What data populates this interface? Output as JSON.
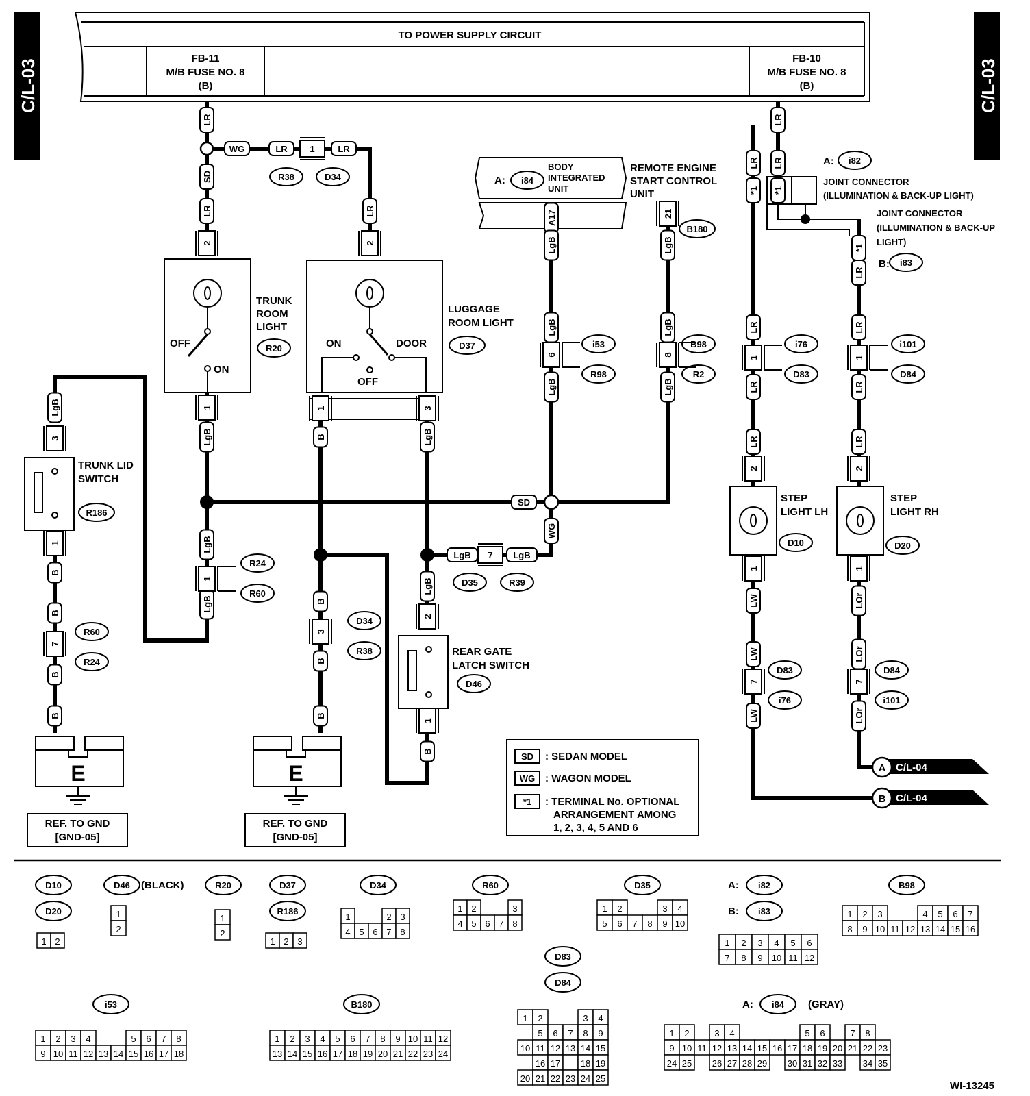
{
  "page_tabs": {
    "left": "C/L-03",
    "right": "C/L-03"
  },
  "power_supply": {
    "title": "TO POWER SUPPLY CIRCUIT"
  },
  "fuses": {
    "left": {
      "line1": "FB-11",
      "line2": "M/B FUSE NO. 8",
      "line3": "(B)"
    },
    "right": {
      "line1": "FB-10",
      "line2": "M/B FUSE NO. 8",
      "line3": "(B)"
    }
  },
  "components": {
    "trunk_room_light": {
      "line1": "TRUNK",
      "line2": "ROOM",
      "line3": "LIGHT",
      "connector": "R20",
      "off": "OFF",
      "on": "ON"
    },
    "luggage_room_light": {
      "line1": "LUGGAGE",
      "line2": "ROOM LIGHT",
      "connector": "D37",
      "on": "ON",
      "door": "DOOR",
      "off": "OFF"
    },
    "body_integrated_unit": {
      "prefix": "A:",
      "connector": "i84",
      "line1": "BODY",
      "line2": "INTEGRATED",
      "line3": "UNIT"
    },
    "remote_engine_start": {
      "line1": "REMOTE ENGINE",
      "line2": "START CONTROL",
      "line3": "UNIT",
      "connector": "B180"
    },
    "joint_connector_a": {
      "prefix": "A:",
      "connector": "i82",
      "line1": "JOINT CONNECTOR",
      "line2": "(ILLUMINATION & BACK-UP LIGHT)"
    },
    "joint_connector_b": {
      "prefix": "B:",
      "connector": "i83",
      "line1": "JOINT CONNECTOR",
      "line2": "(ILLUMINATION & BACK-UP",
      "line3": "LIGHT)"
    },
    "trunk_lid_switch": {
      "line1": "TRUNK LID",
      "line2": "SWITCH",
      "connector": "R186"
    },
    "rear_gate_latch_switch": {
      "line1": "REAR GATE",
      "line2": "LATCH SWITCH",
      "connector": "D46"
    },
    "step_light_lh": {
      "line1": "STEP",
      "line2": "LIGHT LH",
      "connector": "D10"
    },
    "step_light_rh": {
      "line1": "STEP",
      "line2": "LIGHT RH",
      "connector": "D20"
    },
    "ground": {
      "letter": "E",
      "ref1": "REF. TO GND",
      "ref2": "[GND-05]"
    }
  },
  "wire_codes": {
    "LR": "LR",
    "SD": "SD",
    "WG": "WG",
    "LgB": "LgB",
    "B": "B",
    "LW": "LW",
    "LOr": "LOr",
    "A17": "A17"
  },
  "pin_numbers": [
    "1",
    "2",
    "3",
    "6",
    "7",
    "8",
    "21"
  ],
  "connectors_inline": [
    "R38",
    "D34",
    "i53",
    "R98",
    "B98",
    "R2",
    "i76",
    "D83",
    "i101",
    "D84",
    "R24",
    "R60",
    "D35",
    "R39"
  ],
  "offpage": {
    "a_letter": "A",
    "a_ref": "C/L-04",
    "b_letter": "B",
    "b_ref": "C/L-04"
  },
  "legend": {
    "sd_code": "SD",
    "sd_text": ": SEDAN MODEL",
    "wg_code": "WG",
    "wg_text": ": WAGON MODEL",
    "opt_code": "*1",
    "opt_line1": ": TERMINAL No. OPTIONAL",
    "opt_line2": "ARRANGEMENT AMONG",
    "opt_line3": "1, 2, 3, 4, 5 AND 6"
  },
  "connector_views": {
    "black_note": "(BLACK)",
    "gray_note": "(GRAY)",
    "a": "A:",
    "b": "B:",
    "labels": [
      "D10",
      "D20",
      "D46",
      "R20",
      "D37",
      "R186",
      "D34",
      "R60",
      "D35",
      "i82",
      "i83",
      "B98",
      "D83",
      "D84",
      "i53",
      "B180",
      "i84"
    ]
  },
  "figure_id": "WI-13245"
}
